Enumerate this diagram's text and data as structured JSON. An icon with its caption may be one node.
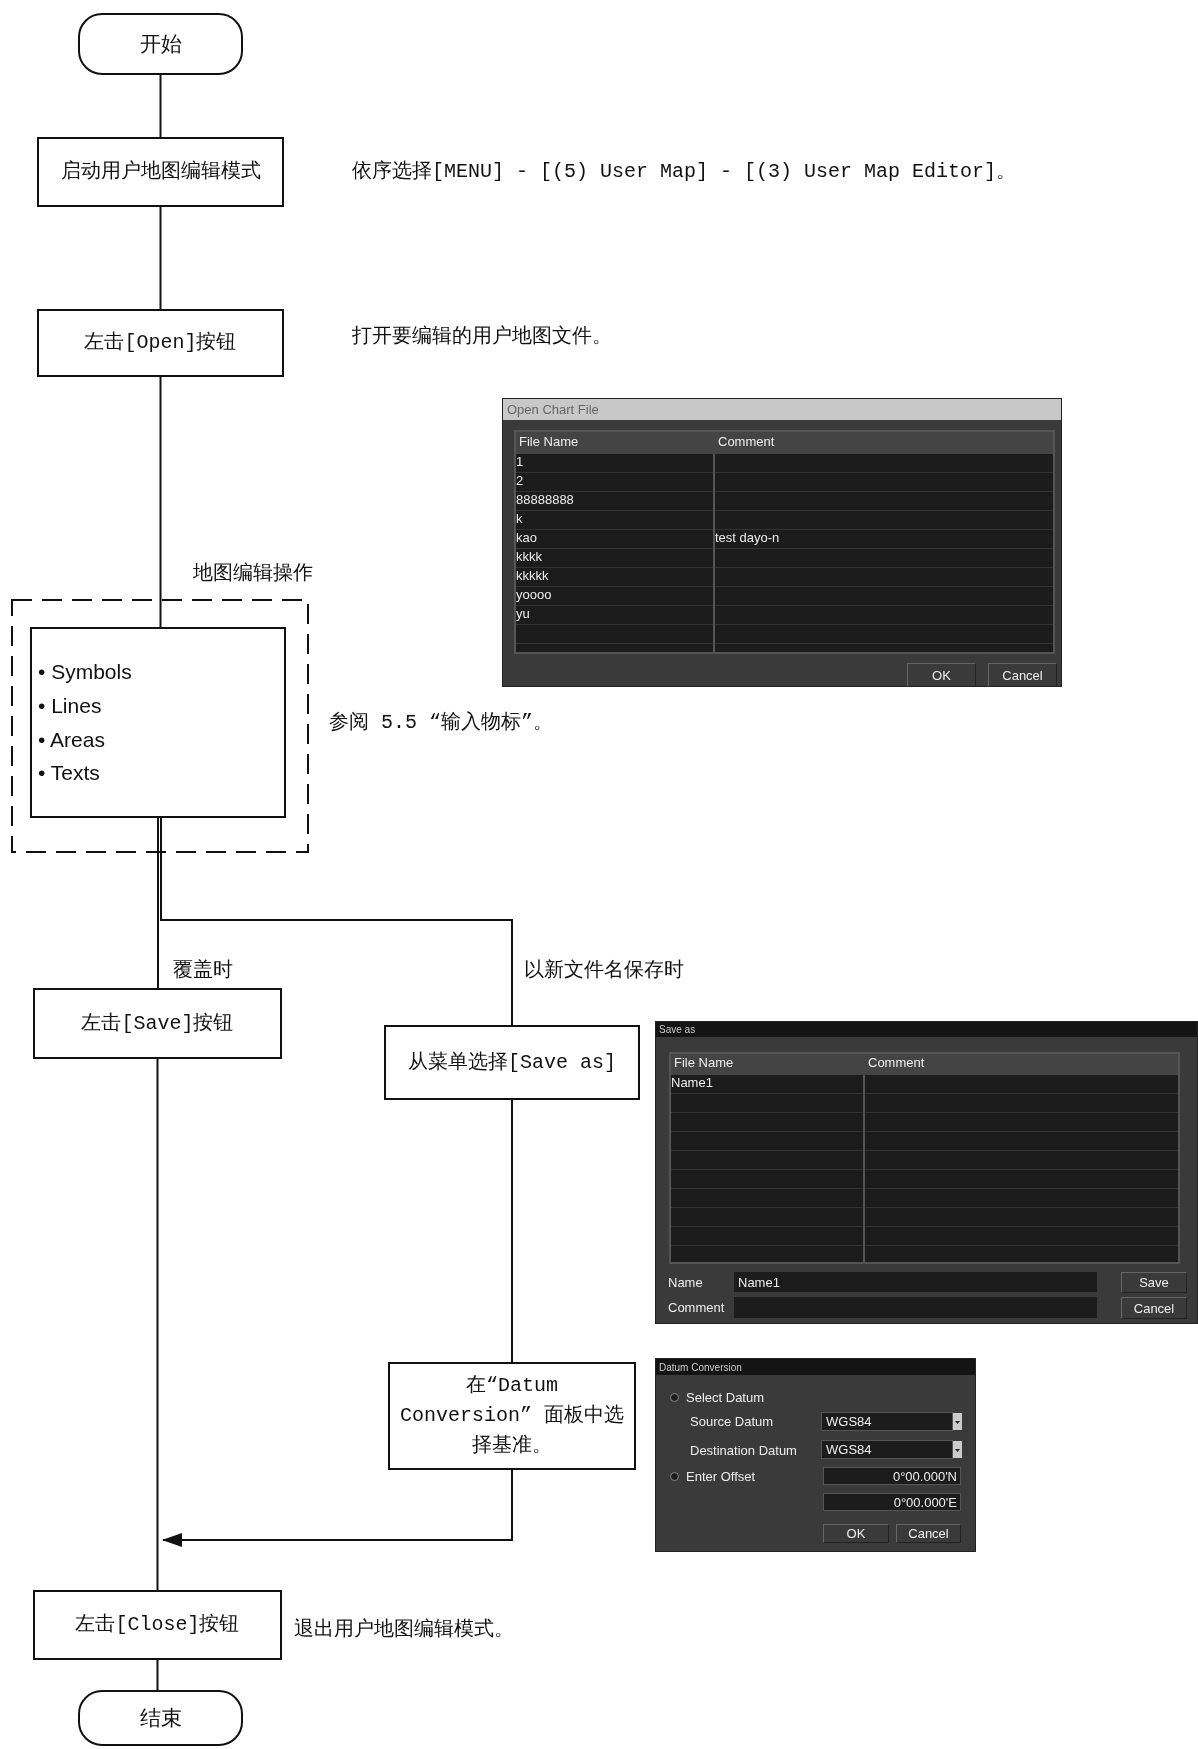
{
  "diagram": {
    "nodes": [
      {
        "text": [
          "开始"
        ]
      },
      {
        "text": [
          "启动用户地图编辑模式"
        ],
        "beside": [
          "依序选择[MENU] - [(5) User Map] - [(3) User Map Editor]。"
        ]
      },
      {
        "text": [
          "左击[Open]按钮"
        ],
        "beside": [
          "打开要编辑的用户地图文件。"
        ]
      },
      {
        "text": [
          "地图编辑操作"
        ],
        "beside": [
          "参阅 5.5 “输入物标”。"
        ]
      },
      {
        "text": [
          "• Symbols",
          "• Lines",
          "• Areas",
          "• Texts"
        ],
        "in": 3
      },
      {
        "text": [
          "左击[Save]按钮"
        ],
        "beside": [
          "覆盖时"
        ]
      },
      {
        "text": [
          "从菜单选择[Save as]"
        ],
        "beside": [
          "以新文件名保存时"
        ]
      },
      {
        "text": [
          "在“Datum Conversion” 面板中选择基准。"
        ]
      },
      {
        "text": [
          "左击[Close]按钮"
        ],
        "beside": [
          "退出用户地图编辑模式。"
        ]
      },
      {
        "text": [
          "结束"
        ]
      }
    ],
    "edges": [
      {
        "from": 0,
        "to": 1,
        "arrow": "none"
      },
      {
        "from": 1,
        "to": 2,
        "arrow": "none"
      },
      {
        "from": 2,
        "to": 4,
        "arrow": "none"
      },
      {
        "from": 4,
        "to": 5,
        "arrow": "none"
      },
      {
        "from": 4,
        "to": 6,
        "arrow": "none"
      },
      {
        "from": 5,
        "to": 8,
        "arrow": "none"
      },
      {
        "from": 6,
        "to": 7,
        "arrow": "none"
      },
      {
        "from": 7,
        "to": 8,
        "arrow": "to"
      },
      {
        "from": 8,
        "to": 9,
        "arrow": "none"
      }
    ],
    "labels": [
      "Open Chart File",
      "File Name",
      "Comment",
      "1",
      "2",
      "88888888",
      "k",
      "kao",
      "test dayo-n",
      "kkkk",
      "kkkkk",
      "yoooo",
      "yu",
      "OK",
      "Cancel",
      "Save as",
      "File Name",
      "Comment",
      "Name1",
      "Name",
      "Name1",
      "Comment",
      "Save",
      "Cancel",
      "Datum Conversion",
      "Select Datum",
      "Source Datum",
      "WGS84",
      "Destination Datum",
      "WGS84",
      "Enter Offset",
      "0°00.000'N",
      "0°00.000'E",
      "OK",
      "Cancel"
    ]
  }
}
